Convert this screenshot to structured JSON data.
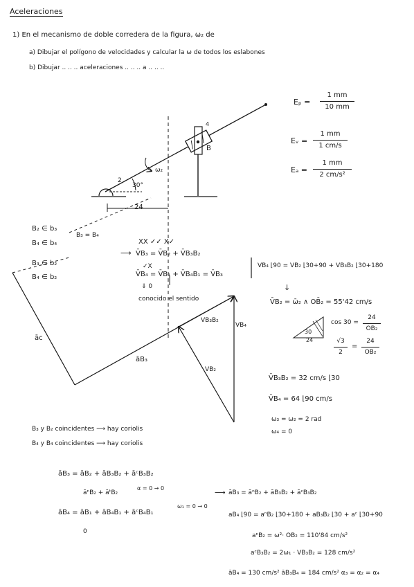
{
  "title": "Aceleraciones",
  "problem": {
    "statement": "1) En el mecanismo de doble corredera de la figura, ω₂ de",
    "item_a": "a) Dibujar el polígono de velocidades y calcular la ω de todos los eslabones",
    "item_b": "b) Dibujar  ..     ..     ..   aceleraciones ..   ..      ..   a    ..        ..        .."
  },
  "scales": {
    "ep_label": "Eₚ =",
    "ep_num": "1 mm",
    "ep_den": "10 mm",
    "ev_label": "Eᵥ =",
    "ev_num": "1 mm",
    "ev_den": "1 cm/s",
    "ea_label": "Eₐ =",
    "ea_num": "1 mm",
    "ea_den": "2 cm/s²"
  },
  "mechanism": {
    "label_2": "2",
    "label_4": "4",
    "label_B": "B",
    "angle": "30°",
    "omega": "ω₂",
    "distance": "24"
  },
  "relations": {
    "r1": "B₂ ∈ b₃",
    "r2": "B₄ ∈ b₄",
    "r3": "B₃ = B₄",
    "r4": "B₃ ∈ b₂",
    "r5": "B₄ ∈ b₂"
  },
  "velocity": {
    "arrow": "⟶",
    "eq1": "V̄B₃ = V̄B₂ + V̄B₃B₂",
    "marks1": "XX      ✓✓       X✓",
    "eq2": "V̄B₄ = V̄B₁ + V̄B₄B₁ = V̄B₃",
    "marks2": "✓X",
    "below": "⇓    0",
    "known": "conocido el sentido",
    "scalar_eq": "VB₄ ⌊90  = VB₂ ⌊30+90  + VB₃B₂ ⌊30+180",
    "down_arrow": "↓",
    "vb2": "V̄B₂ = ω̄₂ ∧ OB̄₂ = 55'42 cm/s",
    "cos_line": "cos 30 =",
    "cos_num": "24",
    "cos_den": "OB₂",
    "sqrt_num": "√3",
    "sqrt_den": "2",
    "eq_frac": "=",
    "frac2_num": "24",
    "frac2_den": "OB₂",
    "tri_30": "30",
    "tri_24": "24",
    "vb3b2": "V̄B₃B₂ = 32 cm/s ⌊30",
    "vb4": "V̄B₄ = 64 ⌊90   cm/s",
    "w3": "ω₃ = ω₂ = 2 rad",
    "w4": "ω₄ = 0"
  },
  "polygon": {
    "vb3b2": "VB₃B₂",
    "vb4": "VB₄",
    "vb2": "VB₂",
    "ab3": "āB₃",
    "ac": "āc"
  },
  "coriolis": {
    "line1": "B₃  y  B₂ coincidentes ⟶ hay coriolis",
    "line2": "B₄  y  B₄ coincidentes ⟶ hay coriolis"
  },
  "acceleration": {
    "eq1": "āB₃ = āB₂ + āB₃B₂ + āᶜB₃B₂",
    "eq1b": "āⁿB₂ + āᵗB₂",
    "eq1b_note": "α = 0 → 0",
    "eq2": "āB₄ = āB₁ + āB₄B₁ + āᶜB₄B₁",
    "eq2_note": "ω₁ = 0 → 0",
    "eq2_zero": "0",
    "arrow": "⟶",
    "eq3": "āB₃ = āⁿB₂ + āB₃B₂ + āᶜB₃B₂",
    "eq4": "aB₄ ⌊90  =  aⁿB₂ ⌊30+180  + aB₃B₂ ⌊30  + aᶜ ⌊30+90",
    "an": "aⁿB₂ = ω²· OB₂ = 110'84 cm/s²",
    "ac": "aᶜB₃B₂ = 2ω₁ · VB₃B₂ = 128 cm/s²",
    "final": "āB₄ = 130 cm/s²    āB₃B₄ = 184 cm/s²  α₃ = α₂ = α₄"
  }
}
